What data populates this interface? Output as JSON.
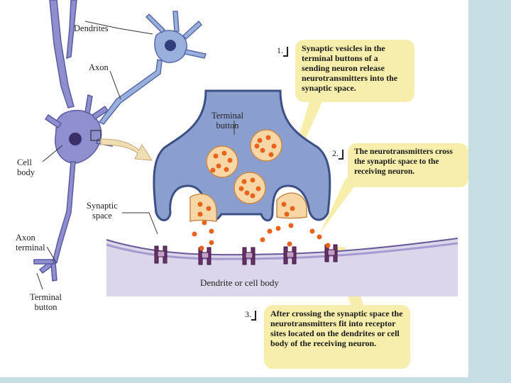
{
  "labels": {
    "dendrites": "Dendrites",
    "axon": "Axon",
    "cell_body": "Cell\nbody",
    "axon_terminal": "Axon\nterminal",
    "terminal_button_left": "Terminal\nbutton",
    "synaptic_space": "Synaptic\nspace",
    "terminal_button_center": "Terminal\nbutton",
    "dendrite_or_cell_body": "Dendrite or cell body"
  },
  "steps": [
    {
      "number": "1.",
      "text": "Synaptic vesicles in the terminal buttons of a sending neuron release neurotransmitters into the synaptic space."
    },
    {
      "number": "2.",
      "text": "The neurotransmitters cross the synaptic space to the receiving neuron."
    },
    {
      "number": "3.",
      "text": "After crossing the synaptic space the neurotransmitters fit into receptor sites located on the dendrites or cell body of the receiving neuron."
    }
  ],
  "colors": {
    "neuron": "#8f8fcf",
    "terminal": "#8b9fcf",
    "vesicle": "#f7d7a6",
    "neurotransmitter": "#e8641e",
    "receiving_membrane": "#dcd6ea",
    "receptor": "#6b2f6b",
    "callout": "#f7eeac",
    "background": "#c7dde4"
  }
}
